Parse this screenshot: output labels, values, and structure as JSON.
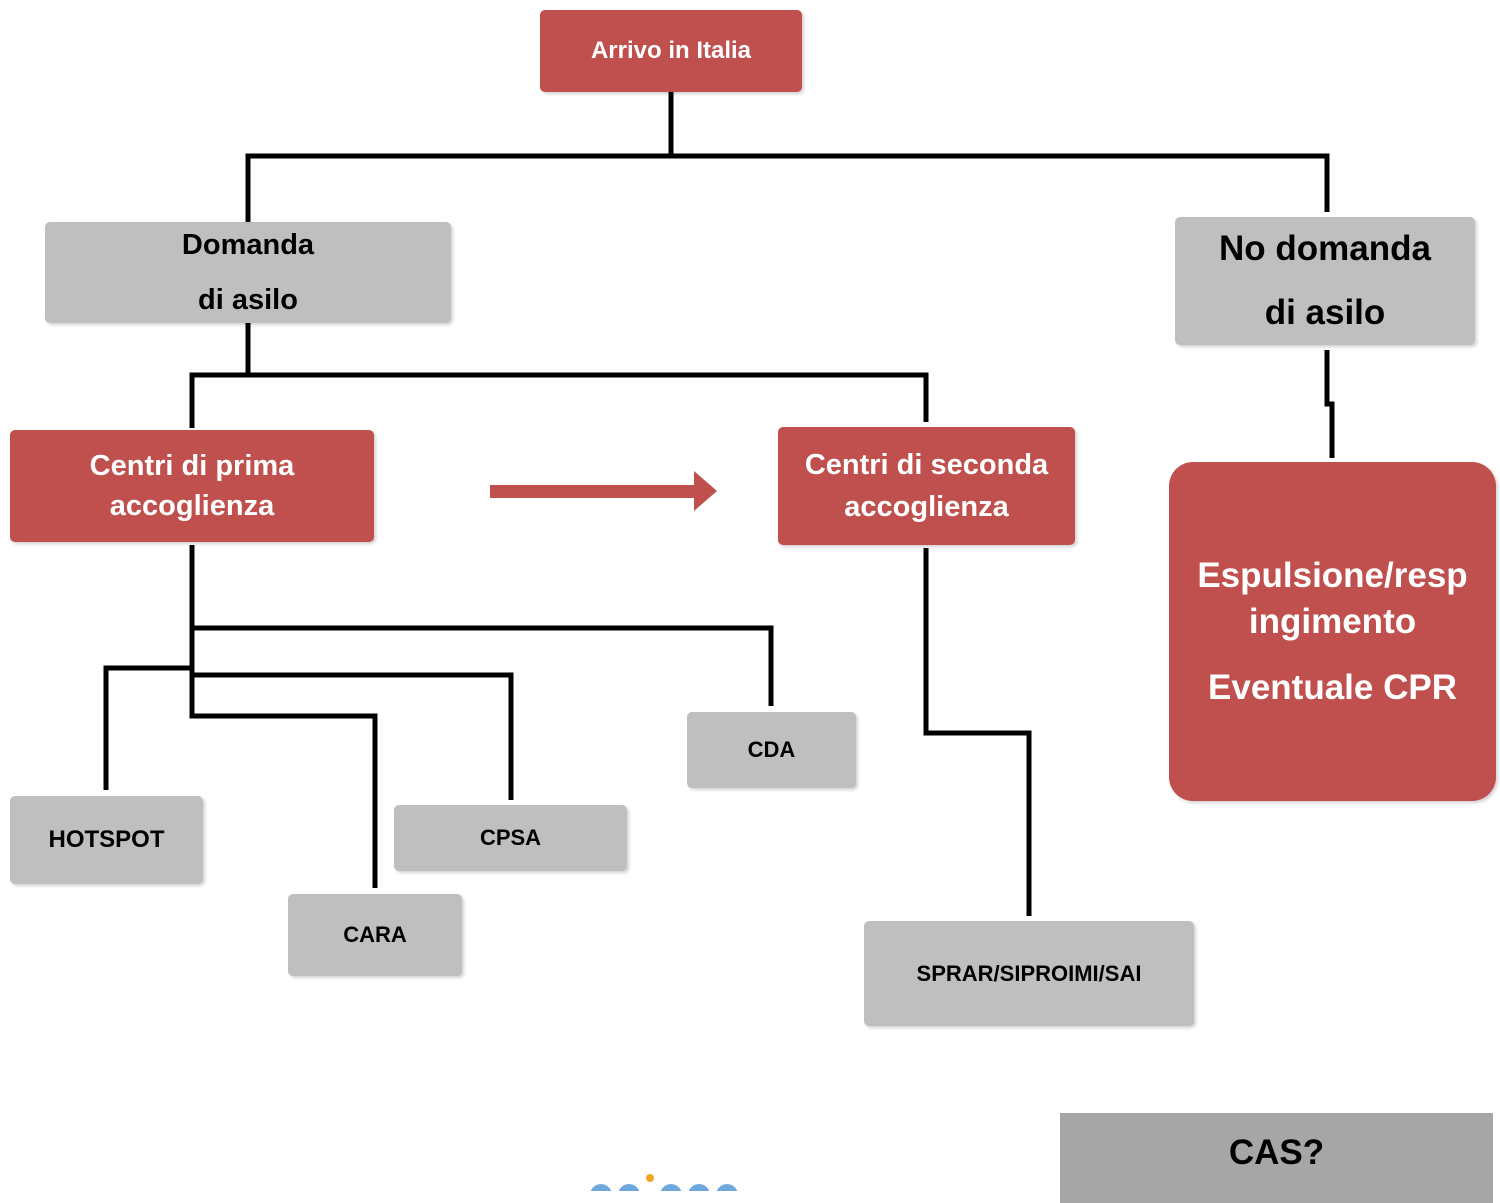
{
  "colors": {
    "red": "#c0504d",
    "gray": "#bfbfbf",
    "dark_gray": "#a6a6a6",
    "line": "#000000",
    "arrow": "#c0504d"
  },
  "nodes": {
    "arrivo": "Arrivo in Italia",
    "domanda": [
      "Domanda",
      "di asilo"
    ],
    "no_domanda": [
      "No domanda",
      "di asilo"
    ],
    "prima": [
      "Centri di prima",
      "accoglienza"
    ],
    "seconda": [
      "Centri di seconda",
      "accoglienza"
    ],
    "espulsione": [
      "Espulsione/resp",
      "ingimento",
      "Eventuale CPR"
    ],
    "cda": "CDA",
    "hotspot": "HOTSPOT",
    "cpsa": "CPSA",
    "cara": "CARA",
    "sprar": "SPRAR/SIPROIMI/SAI",
    "cas": "CAS?"
  },
  "edges": [
    [
      "arrivo",
      "domanda"
    ],
    [
      "arrivo",
      "no_domanda"
    ],
    [
      "domanda",
      "prima"
    ],
    [
      "domanda",
      "seconda"
    ],
    [
      "no_domanda",
      "espulsione"
    ],
    [
      "prima",
      "cda"
    ],
    [
      "prima",
      "hotspot"
    ],
    [
      "prima",
      "cpsa"
    ],
    [
      "prima",
      "cara"
    ],
    [
      "seconda",
      "sprar"
    ],
    [
      "prima",
      "seconda"
    ]
  ]
}
